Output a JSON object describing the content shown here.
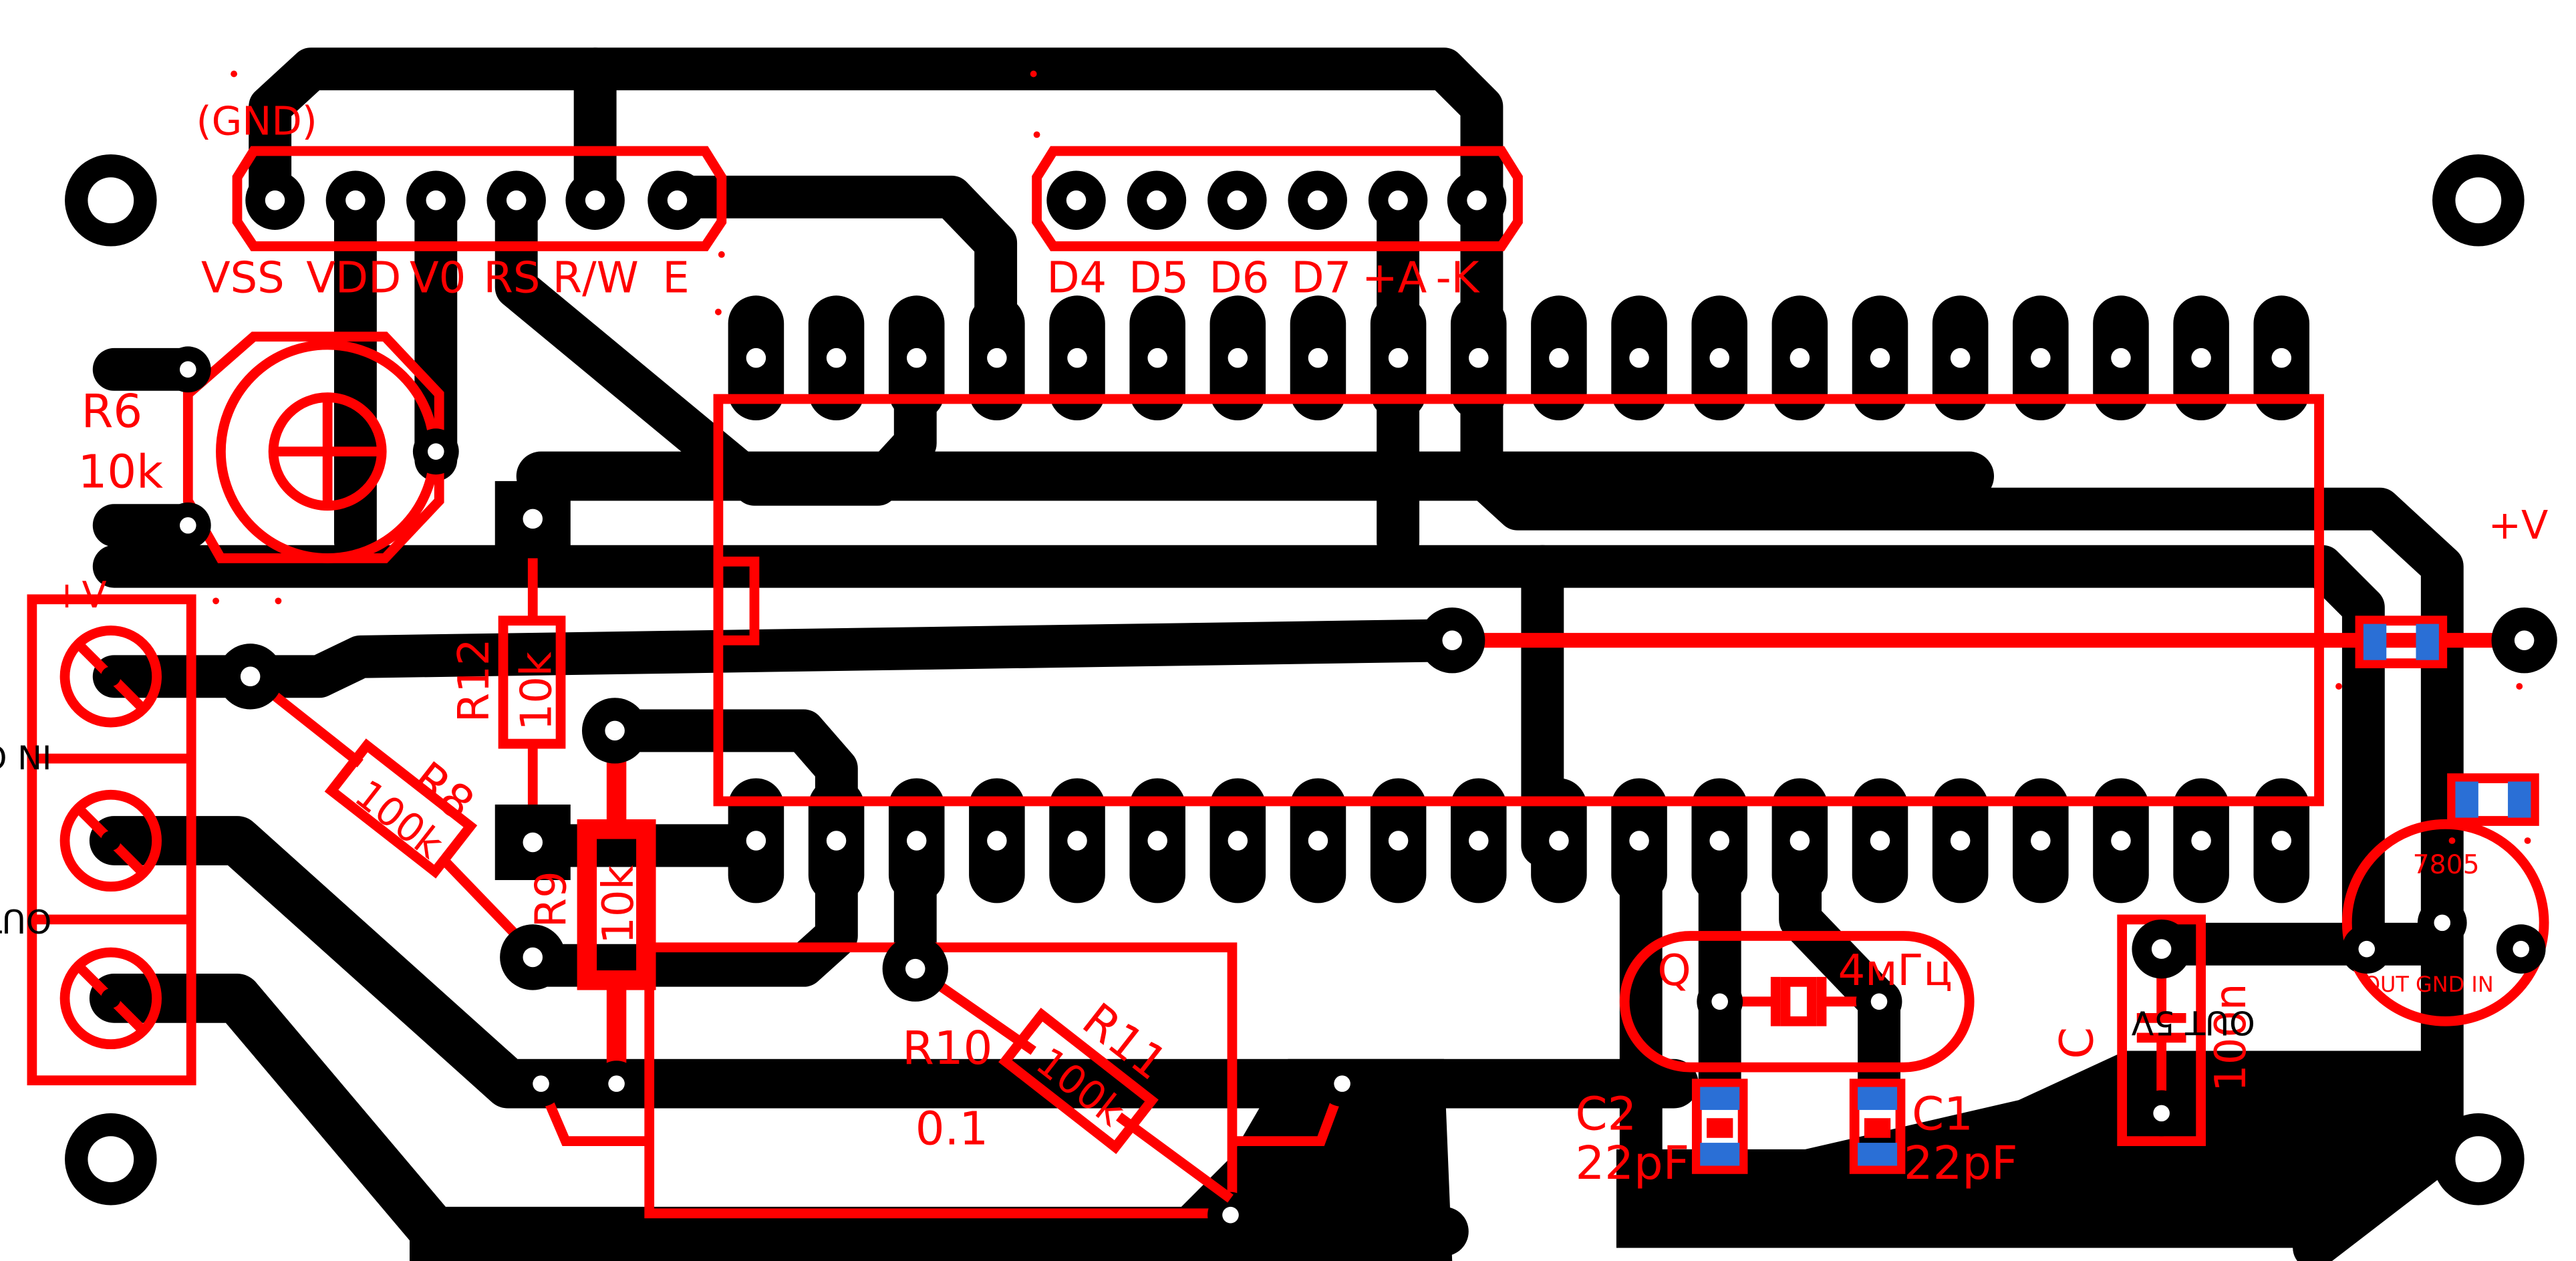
{
  "colors": {
    "copper": "#000000",
    "silkscreen": "#ff0000",
    "smd_pad": "#2a6fd6",
    "background": "#ffffff"
  },
  "header_labels": [
    "(GND)"
  ],
  "lcd_pins_left": [
    "VSS",
    "VDD",
    "V0",
    "RS",
    "R/W",
    "E"
  ],
  "lcd_pins_right": [
    "D4",
    "D5",
    "D6",
    "D7",
    "+A",
    "-K"
  ],
  "components": {
    "r6": {
      "name": "R6",
      "value": "10k"
    },
    "r12": {
      "name": "R12",
      "value": "10k"
    },
    "r8": {
      "name": "R8",
      "value": "100k"
    },
    "r9": {
      "name": "R9",
      "value": "10k"
    },
    "r10": {
      "name": "R10",
      "value": "0.1"
    },
    "r11": {
      "name": "R11",
      "value": "100k"
    },
    "quartz": {
      "name": "Q",
      "value": "4мГц"
    },
    "c1": {
      "name": "C1",
      "value": "22pF"
    },
    "c2": {
      "name": "C2",
      "value": "22pF"
    },
    "c": {
      "name": "C",
      "value": "100n"
    },
    "regulator": {
      "name": "7805",
      "pins": "OUT GND IN"
    }
  },
  "terminal_labels": {
    "vplus_left": "+V",
    "in_gnd": "IN GND",
    "out_gnd": "OUT GND",
    "vplus_right": "+V",
    "out_5v": "OUT 5V",
    "gnd": "GND"
  }
}
